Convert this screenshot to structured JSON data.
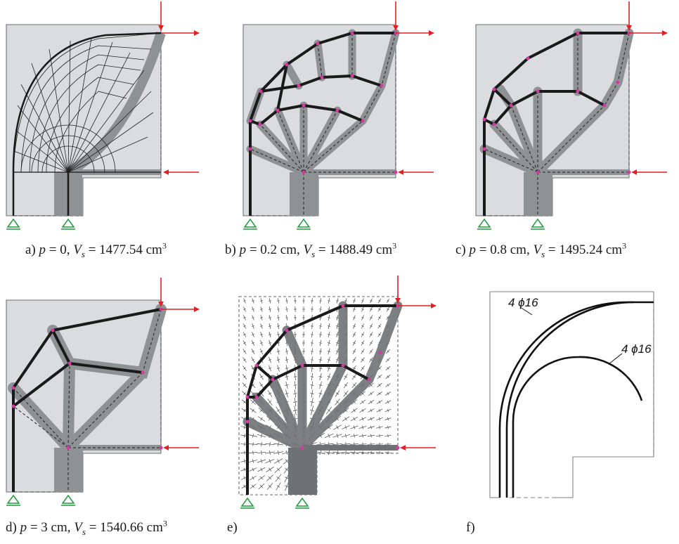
{
  "captions": {
    "a": {
      "label": "a)",
      "p_label": "p",
      "p_value": " = 0, ",
      "v_label": "V",
      "v_sub": "s",
      "v_value": " = 1477.54 cm",
      "v_exp": "3"
    },
    "b": {
      "label": "b)",
      "p_label": "p",
      "p_value": " = 0.2 cm, ",
      "v_label": "V",
      "v_sub": "s",
      "v_value": " = 1488.49 cm",
      "v_exp": "3"
    },
    "c": {
      "label": "c)",
      "p_label": "p",
      "p_value": " = 0.8 cm, ",
      "v_label": "V",
      "v_sub": "s",
      "v_value": " = 1495.24 cm",
      "v_exp": "3"
    },
    "d": {
      "label": "d)",
      "p_label": "p",
      "p_value": " = 3 cm, ",
      "v_label": "V",
      "v_sub": "s",
      "v_value": " = 1540.66 cm",
      "v_exp": "3"
    },
    "e": {
      "label": "e)"
    },
    "f": {
      "label": "f)"
    }
  },
  "rebar": {
    "outer_label": "4 ϕ16",
    "inner_label": "4 ϕ16"
  },
  "colors": {
    "concrete": "#dadcdf",
    "strut": "#8f9295",
    "tie": "#1a1a1a",
    "load": "#e31e24",
    "support": "#1f9a3c",
    "node": "#d63aa0"
  }
}
